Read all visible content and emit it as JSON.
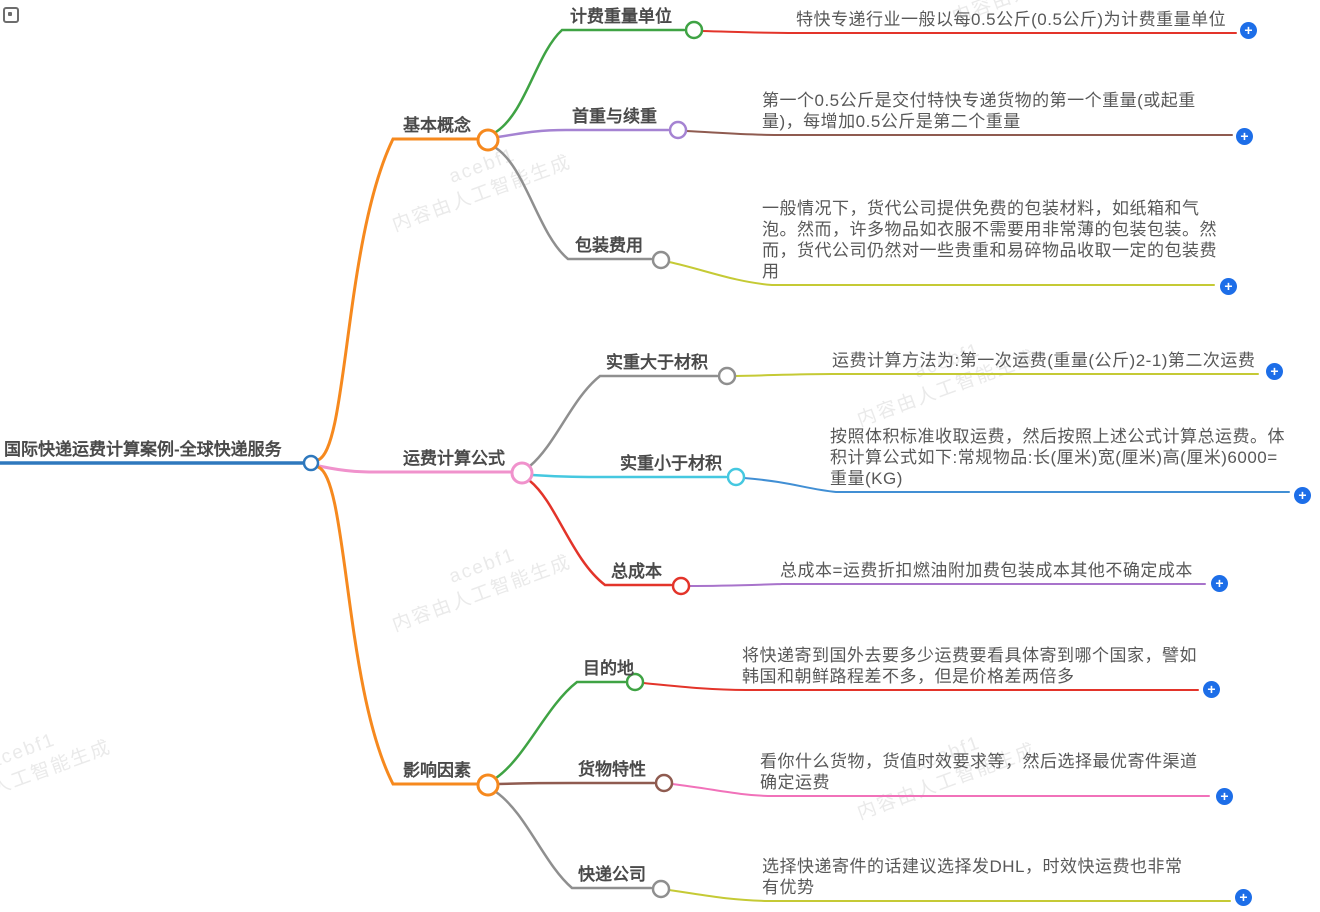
{
  "root": {
    "label": "国际快递运费计算案例-全球快递服务"
  },
  "branches": [
    {
      "label": "基本概念",
      "children": [
        {
          "label": "计费重量单位",
          "text": "特快专递行业一般以每0.5公斤(0.5公斤)为计费重量单位"
        },
        {
          "label": "首重与续重",
          "text": "第一个0.5公斤是交付特快专递货物的第一个重量(或起重量)，每增加0.5公斤是第二个重量"
        },
        {
          "label": "包装费用",
          "text": "一般情况下，货代公司提供免费的包装材料，如纸箱和气泡。然而，许多物品如衣服不需要用非常薄的包装包装。然而，货代公司仍然对一些贵重和易碎物品收取一定的包装费用"
        }
      ]
    },
    {
      "label": "运费计算公式",
      "children": [
        {
          "label": "实重大于材积",
          "text": "运费计算方法为:第一次运费(重量(公斤)2-1)第二次运费"
        },
        {
          "label": "实重小于材积",
          "text": "按照体积标准收取运费，然后按照上述公式计算总运费。体积计算公式如下:常规物品:长(厘米)宽(厘米)高(厘米)6000=重量(KG)"
        },
        {
          "label": "总成本",
          "text": "总成本=运费折扣燃油附加费包装成本其他不确定成本"
        }
      ]
    },
    {
      "label": "影响因素",
      "children": [
        {
          "label": "目的地",
          "text": "将快递寄到国外去要多少运费要看具体寄到哪个国家，譬如韩国和朝鲜路程差不多，但是价格差两倍多"
        },
        {
          "label": "货物特性",
          "text": "看你什么货物，货值时效要求等，然后选择最优寄件渠道确定运费"
        },
        {
          "label": "快递公司",
          "text": "选择快递寄件的话建议选择发DHL，时效快运费也非常有优势"
        }
      ]
    }
  ],
  "watermark": {
    "line1": "acebf1",
    "line2": "内容由人工智能生成"
  },
  "ui": {
    "plus_label": "+"
  },
  "palette": {
    "root_blue": "#2e78bd",
    "orange": "#f6891e",
    "pink": "#f092cc",
    "green": "#3fa344",
    "purple": "#a583d2",
    "gray": "#8f8f8f",
    "cyan": "#45c8e0",
    "red": "#e3342a",
    "brown": "#8f5b50",
    "olive": "#c5ca35",
    "blue": "#418fd4",
    "leaf_purple": "#a873cb",
    "leaf_pink": "#f172ba",
    "plus_blue": "#1d6ee8",
    "label_color": "#4a4a4a",
    "text_color": "#585858",
    "watermark_color": "#eaeaea"
  }
}
